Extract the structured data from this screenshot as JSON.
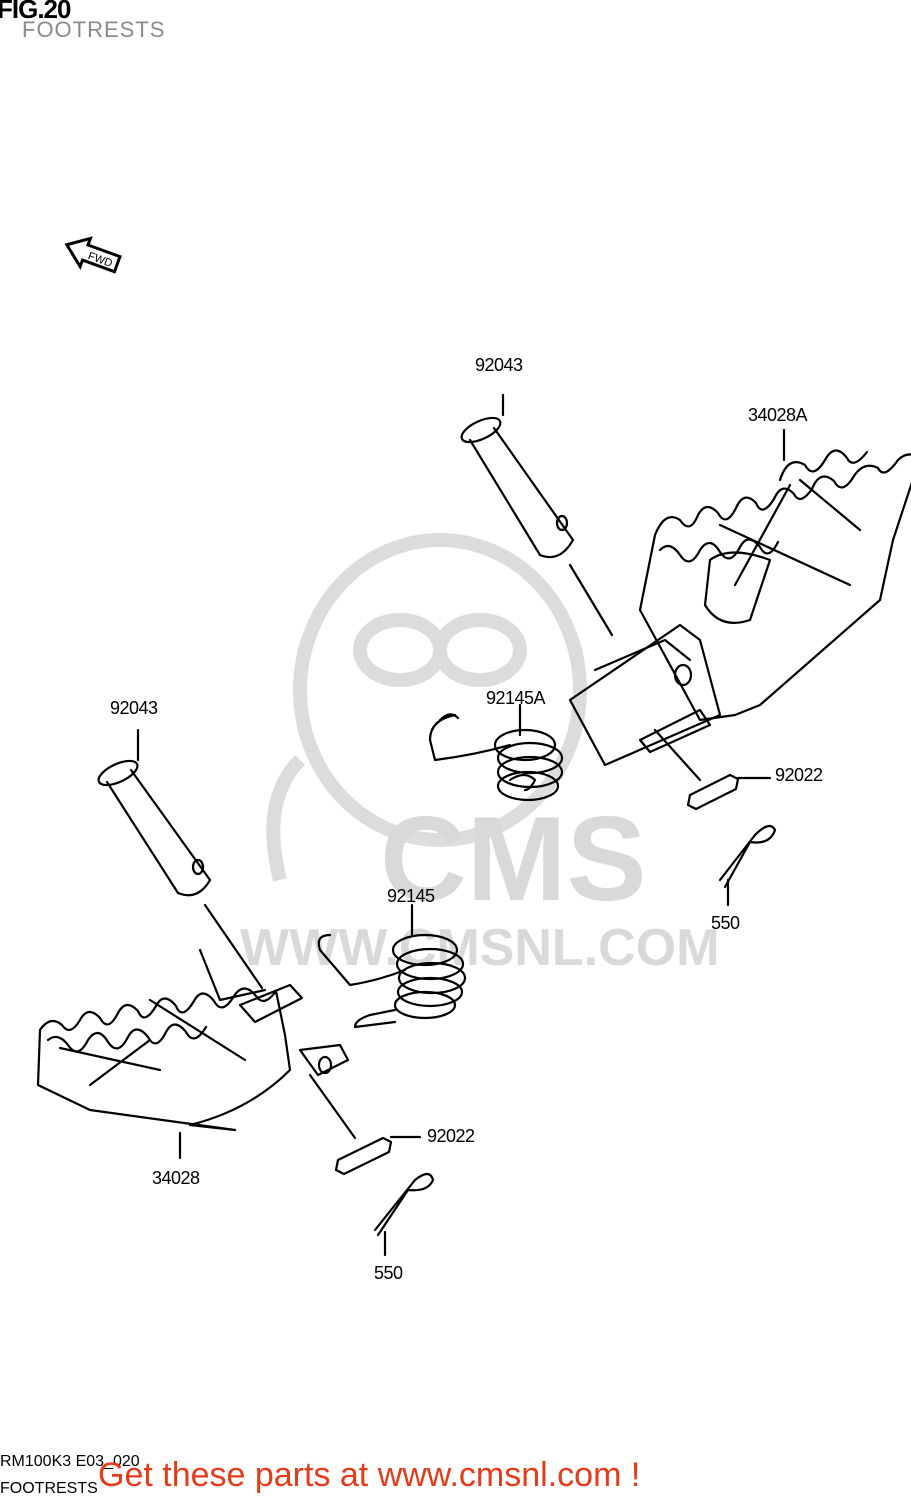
{
  "header": {
    "title": "FIG.20",
    "subtitle": "FOOTRESTS"
  },
  "direction_marker": {
    "label": "FWD"
  },
  "watermark": {
    "logo_text": "CMS",
    "url_text": "WWW.CMSNL.COM"
  },
  "parts": {
    "pin_right": "92043",
    "footrest_right": "34028A",
    "spring_right": "92145A",
    "washer_right": "92022",
    "cotter_right": "550",
    "pin_left": "92043",
    "spring_left": "92145",
    "footrest_left": "34028",
    "washer_left": "92022",
    "cotter_left": "550"
  },
  "footer": {
    "drawing_code": "RM100K3 E03_020",
    "caption": "FOOTRESTS",
    "promo": "Get these parts at www.cmsnl.com !"
  },
  "colors": {
    "promo": "#e53b1a",
    "watermark": "#d9d9d9",
    "line": "#000000"
  }
}
